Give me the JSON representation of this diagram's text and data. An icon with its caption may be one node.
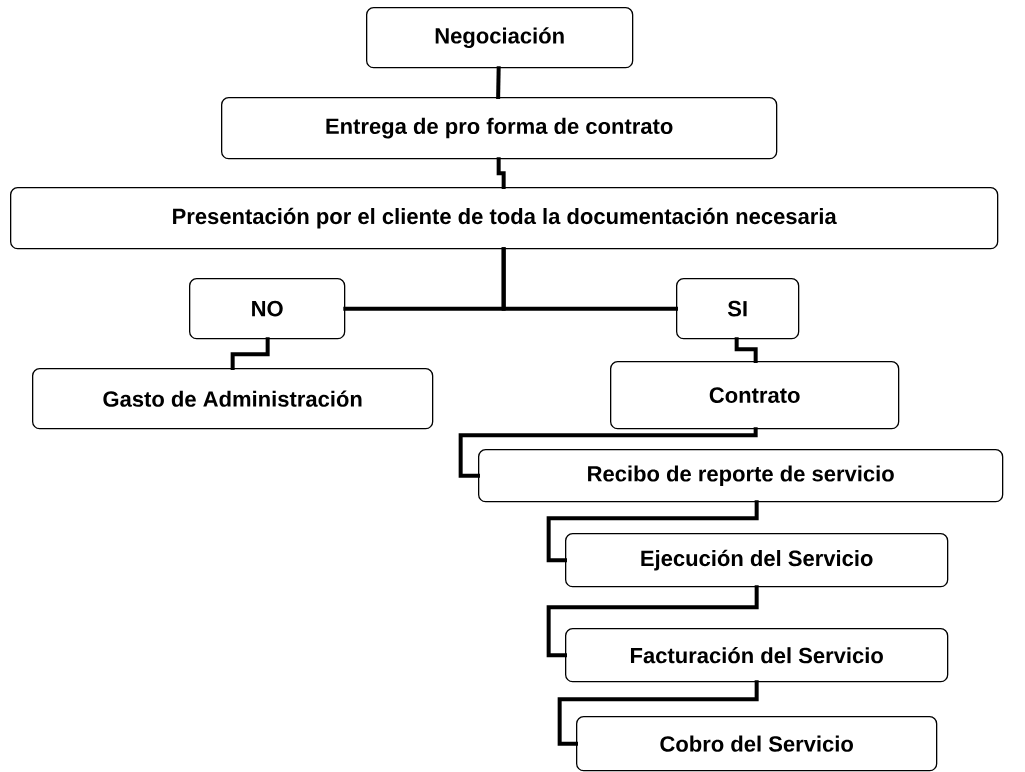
{
  "diagram": {
    "nodes": [
      {
        "text": [
          "Negociación"
        ]
      },
      {
        "text": [
          "Entrega de pro forma de contrato"
        ]
      },
      {
        "text": [
          "Presentación por el cliente de toda la documentación necesaria"
        ]
      },
      {
        "text": [
          "NO"
        ]
      },
      {
        "text": [
          "SI"
        ]
      },
      {
        "text": [
          "Gasto de Administración"
        ]
      },
      {
        "text": [
          "Contrato"
        ]
      },
      {
        "text": [
          "Recibo de reporte de servicio"
        ]
      },
      {
        "text": [
          "Ejecución del Servicio"
        ]
      },
      {
        "text": [
          "Facturación del Servicio"
        ]
      },
      {
        "text": [
          "Cobro del Servicio"
        ]
      }
    ],
    "edges": [
      {
        "from": 0,
        "to": 1,
        "arrow": "none"
      },
      {
        "from": 1,
        "to": 2,
        "arrow": "none"
      },
      {
        "from": 2,
        "to": 3,
        "arrow": "none"
      },
      {
        "from": 2,
        "to": 4,
        "arrow": "none"
      },
      {
        "from": 3,
        "to": 5,
        "arrow": "none"
      },
      {
        "from": 4,
        "to": 6,
        "arrow": "none"
      },
      {
        "from": 6,
        "to": 7,
        "arrow": "none"
      },
      {
        "from": 7,
        "to": 8,
        "arrow": "none"
      },
      {
        "from": 8,
        "to": 9,
        "arrow": "none"
      },
      {
        "from": 9,
        "to": 10,
        "arrow": "none"
      }
    ]
  }
}
